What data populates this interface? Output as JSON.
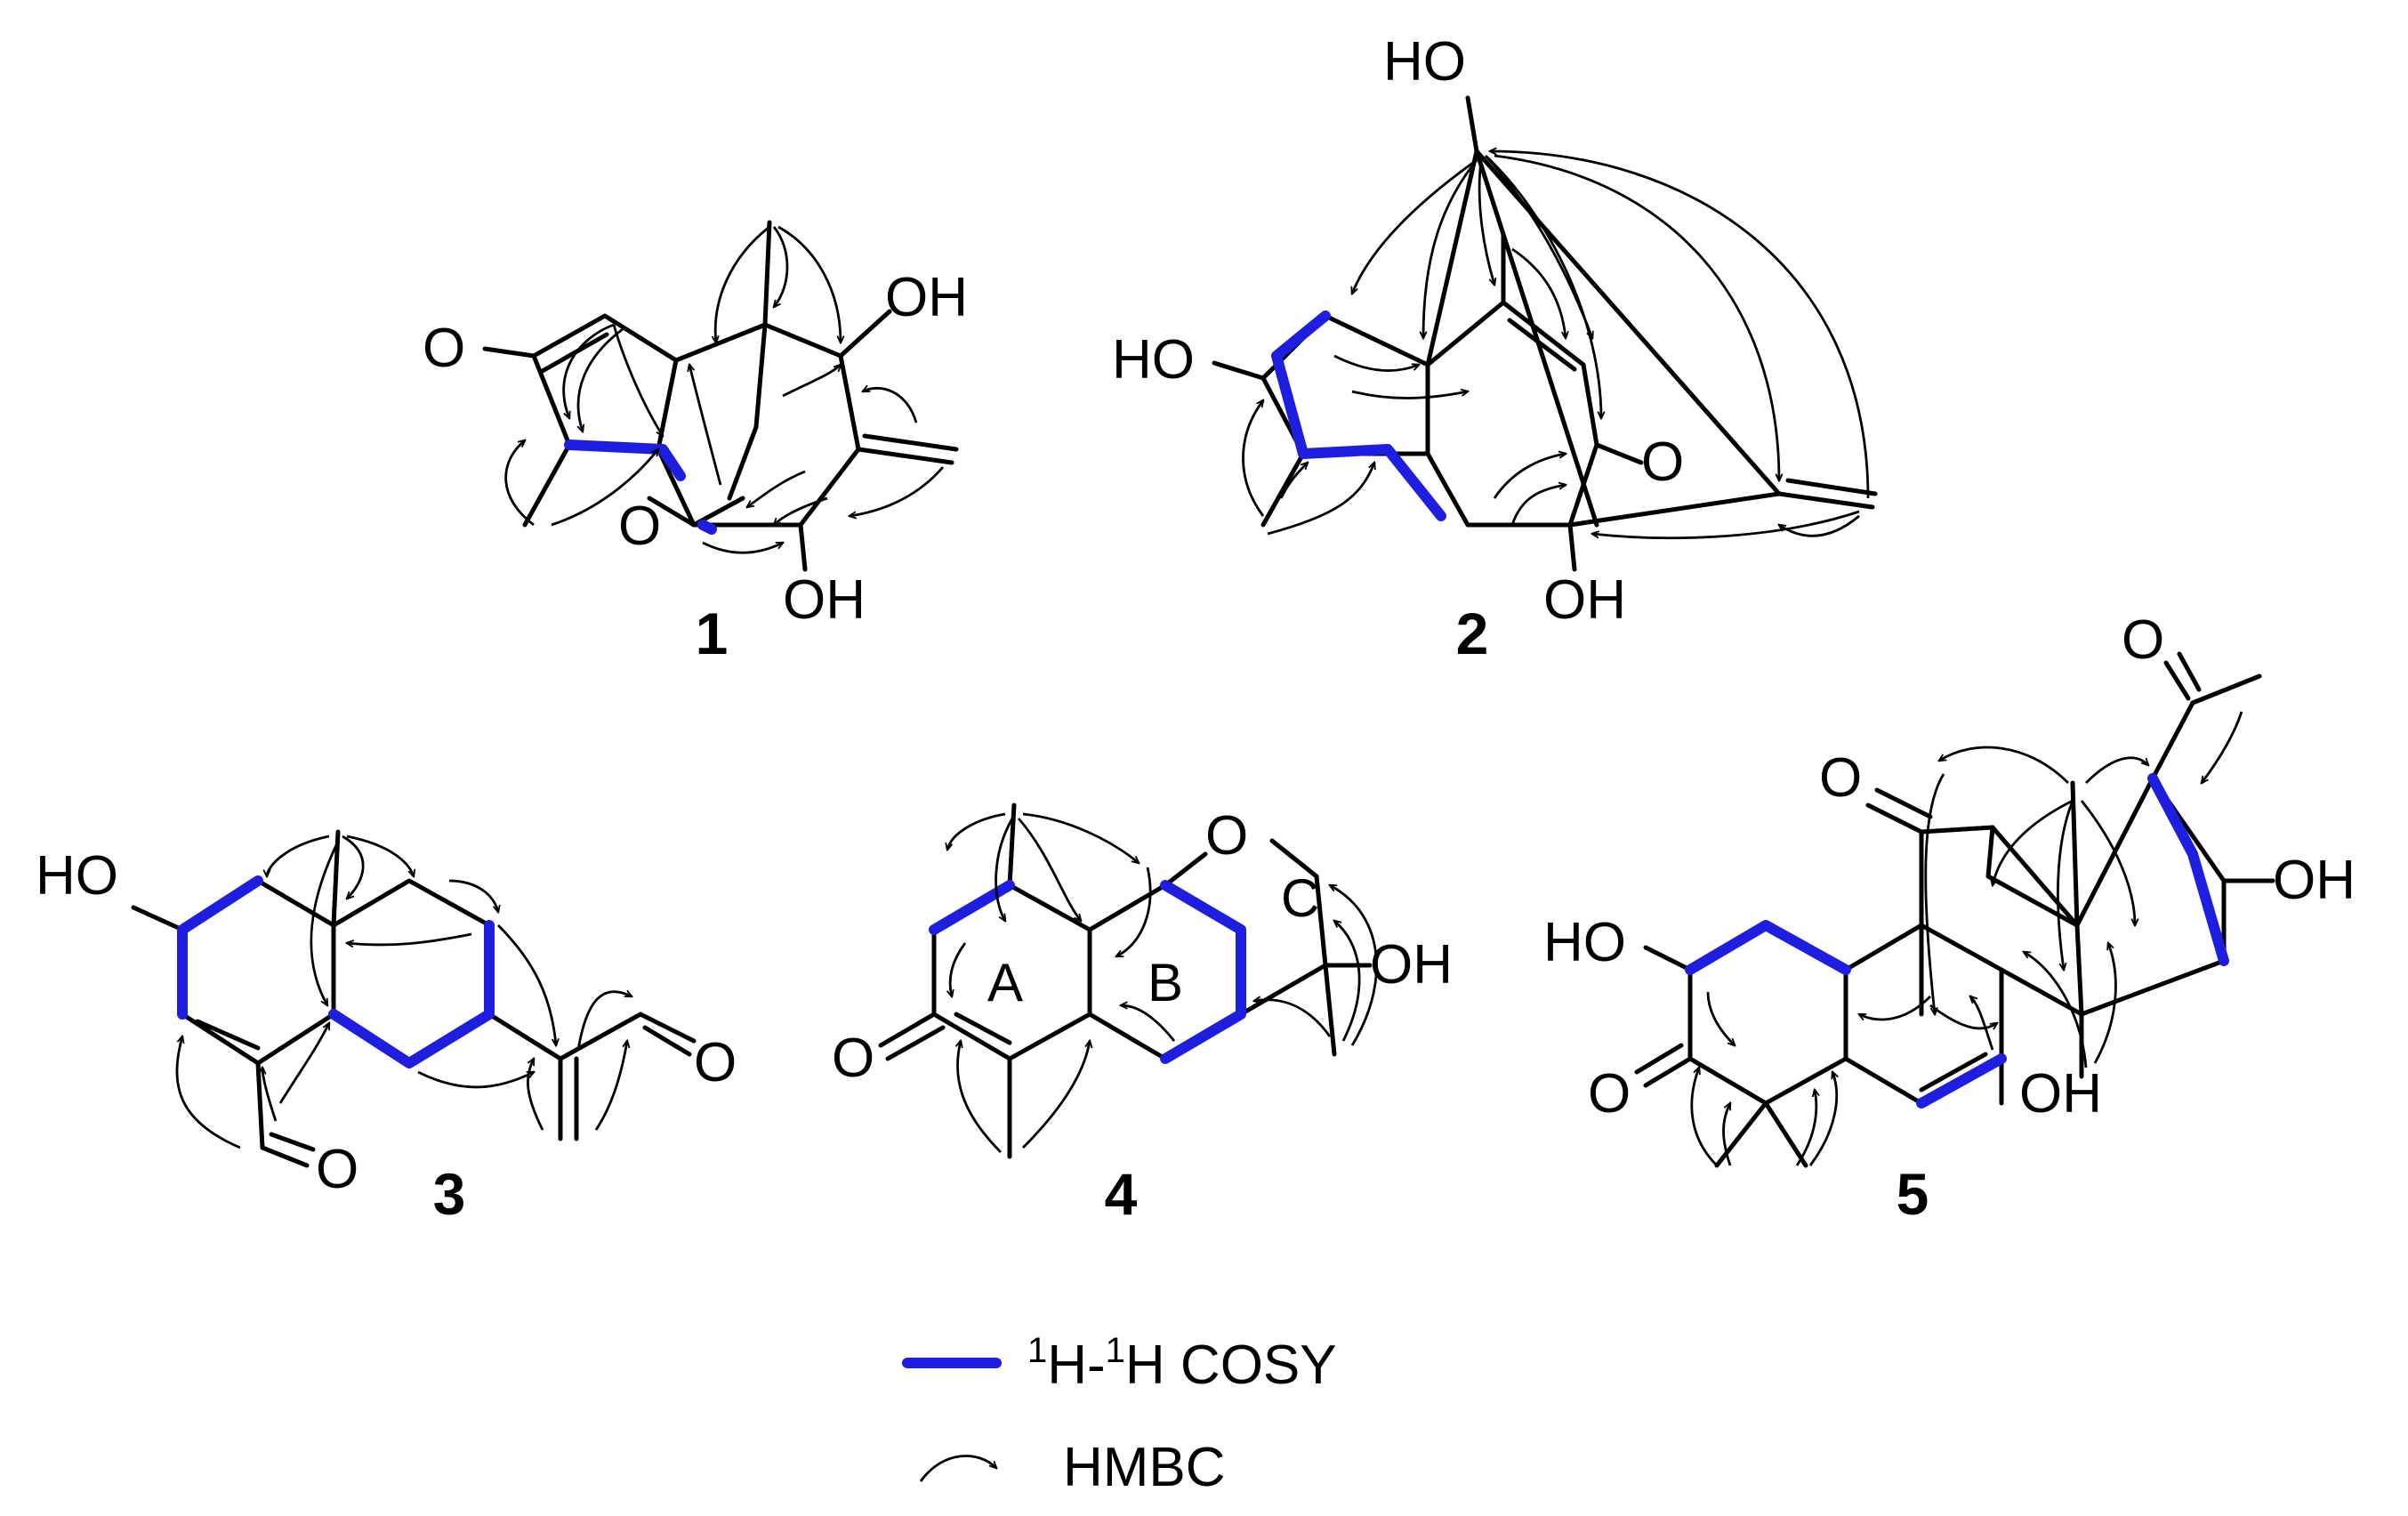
{
  "compounds": [
    {
      "label": "1",
      "atoms": {
        "oxo": "O",
        "oh_top": "OH",
        "ring_o": "O",
        "oh_bottom": "OH"
      }
    },
    {
      "label": "2",
      "atoms": {
        "oh_top": "HO",
        "oh_left": "HO",
        "oxo": "O",
        "oh_bottom": "OH"
      }
    },
    {
      "label": "3",
      "atoms": {
        "oh_left": "HO",
        "aldehyde_o_right": "O",
        "aldehyde_o_bottom": "O"
      }
    },
    {
      "label": "4",
      "atoms": {
        "ring_o": "O",
        "oh_right": "OH",
        "oxo": "O"
      },
      "ring_labels": [
        "A",
        "B",
        "C"
      ]
    },
    {
      "label": "5",
      "atoms": {
        "acetyl_o": "O",
        "ketone_o": "O",
        "oh_left": "HO",
        "oh_right": "OH",
        "oh_bottom": "OH",
        "oxo": "O"
      }
    }
  ],
  "legend": {
    "cosy_sup1": "1",
    "cosy_h1": "H-",
    "cosy_sup2": "1",
    "cosy_h2": "H COSY",
    "hmbc": "HMBC"
  },
  "colors": {
    "cosy": "#1e1ee0",
    "bond": "#000000"
  }
}
